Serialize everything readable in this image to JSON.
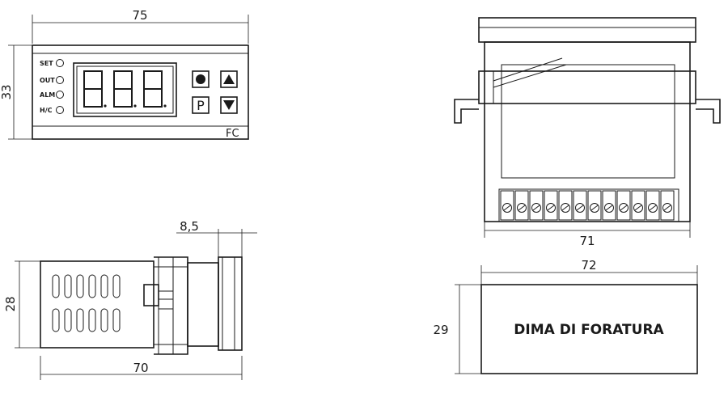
{
  "front_view": {
    "width_dim": "75",
    "height_dim": "33",
    "leds": [
      "SET",
      "OUT",
      "ALM",
      "H/C"
    ],
    "buttons": {
      "set": "",
      "p": "P"
    },
    "brand": "FC"
  },
  "side_view": {
    "length_dim": "70",
    "height_dim": "28",
    "flange_dim": "8,5"
  },
  "rear_view": {
    "width_dim": "71",
    "terminal_count": 12
  },
  "cutout": {
    "width_dim": "72",
    "height_dim": "29",
    "label": "DIMA DI FORATURA"
  }
}
